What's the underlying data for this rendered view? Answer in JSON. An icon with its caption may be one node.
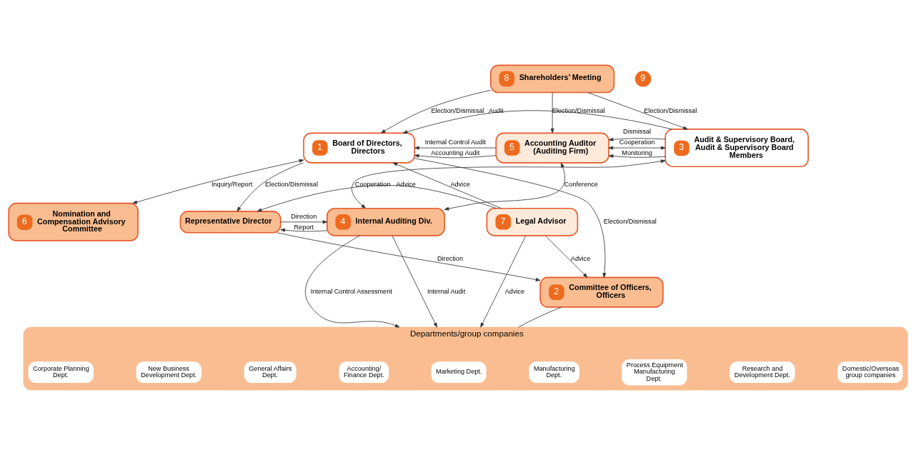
{
  "diagram": {
    "nodes": [
      {
        "text": [
          "8",
          "Shareholders’ Meeting"
        ]
      },
      {
        "text": [
          "1",
          "Board of Directors, Directors"
        ]
      },
      {
        "text": [
          "5",
          "Accounting Auditor (Auditing Firm)"
        ]
      },
      {
        "text": [
          "3",
          "Audit & Supervisory Board, Audit & Supervisory Board Members"
        ]
      },
      {
        "text": [
          "6",
          "Nomination and Compensation Advisory Committee"
        ]
      },
      {
        "text": [
          "Representative Director"
        ]
      },
      {
        "text": [
          "4",
          "Internal Auditing Div."
        ]
      },
      {
        "text": [
          "7",
          "Legal Advisor"
        ]
      },
      {
        "text": [
          "2",
          "Committee of Officers, Officers"
        ]
      },
      {
        "text": [
          "Departments/group companies"
        ]
      },
      {
        "text": [
          "Corporate Planning Dept."
        ],
        "in": 9
      },
      {
        "text": [
          "New Business Development Dept."
        ],
        "in": 9
      },
      {
        "text": [
          "General Affairs Dept."
        ],
        "in": 9
      },
      {
        "text": [
          "Accounting/ Finance Dept."
        ],
        "in": 9
      },
      {
        "text": [
          "Marketing Dept."
        ],
        "in": 9
      },
      {
        "text": [
          "Manufacturing Dept."
        ],
        "in": 9
      },
      {
        "text": [
          "Process Equipment Manufacturing Dept."
        ],
        "in": 9
      },
      {
        "text": [
          "Research and Development Dept."
        ],
        "in": 9
      },
      {
        "text": [
          "Domestic/Overseas group companies"
        ],
        "in": 9
      }
    ],
    "edges": [
      {
        "from": 0,
        "to": 1,
        "arrow": "to",
        "label": "Election/Dismissal"
      },
      {
        "from": 0,
        "to": 2,
        "arrow": "to",
        "label": "Election/Dismissal"
      },
      {
        "from": 0,
        "to": 3,
        "arrow": "to",
        "label": "Election/Dismissal"
      },
      {
        "from": 2,
        "to": 1,
        "arrow": "to",
        "label": "Accounting Audit"
      },
      {
        "from": 2,
        "to": 1,
        "arrow": "to",
        "label": "Internal Control Audit"
      },
      {
        "from": 2,
        "to": 3,
        "arrow": "both",
        "label": "Cooperation"
      },
      {
        "from": 3,
        "to": 2,
        "arrow": "to",
        "label": "Monitoring"
      },
      {
        "from": 3,
        "to": 2,
        "arrow": "to",
        "label": "Dismissal"
      },
      {
        "from": 3,
        "to": 1,
        "arrow": "to",
        "label": "Audit"
      },
      {
        "from": 1,
        "to": 4,
        "arrow": "both",
        "label": "Inquiry/Report"
      },
      {
        "from": 2,
        "to": 6,
        "arrow": "both",
        "label": "Conference"
      },
      {
        "from": 6,
        "to": 3,
        "arrow": "both",
        "label": "Cooperation"
      },
      {
        "from": 7,
        "to": 1,
        "arrow": "to",
        "label": "Advice"
      },
      {
        "from": 1,
        "to": 5,
        "arrow": "to",
        "label": "Election/Dismissal"
      },
      {
        "from": 6,
        "to": 5,
        "arrow": "to",
        "label": "Report"
      },
      {
        "from": 5,
        "to": 6,
        "arrow": "to",
        "label": "Direction"
      },
      {
        "from": 1,
        "to": 8,
        "arrow": "to",
        "label": "Election/Dismissal"
      },
      {
        "from": 5,
        "to": 8,
        "arrow": "to",
        "label": "Direction"
      },
      {
        "from": 7,
        "to": 5,
        "arrow": "to",
        "label": "Advice"
      },
      {
        "from": 7,
        "to": 8,
        "arrow": "to",
        "label": "Advice"
      },
      {
        "from": 6,
        "to": 9,
        "arrow": "to",
        "label": "Internal Control Assessment"
      },
      {
        "from": 6,
        "to": 9,
        "arrow": "to",
        "label": "Internal Audit"
      },
      {
        "from": 7,
        "to": 9,
        "arrow": "to",
        "label": "Advice"
      },
      {
        "from": 8,
        "to": 9,
        "arrow": "none"
      }
    ],
    "labels": [
      "9"
    ]
  }
}
